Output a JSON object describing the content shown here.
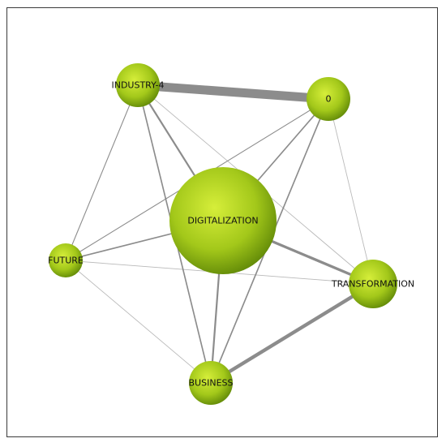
{
  "chart_data": {
    "type": "network",
    "nodes": [
      {
        "id": "industry4",
        "label": "INDUSTRY-4",
        "weight": 2
      },
      {
        "id": "zero",
        "label": "0",
        "weight": 2
      },
      {
        "id": "digitalization",
        "label": "DIGITALIZATION",
        "weight": 10
      },
      {
        "id": "future",
        "label": "FUTURE",
        "weight": 1.2
      },
      {
        "id": "transformation",
        "label": "TRANSFORMATION",
        "weight": 2.6
      },
      {
        "id": "business",
        "label": "BUSINESS",
        "weight": 2.1
      }
    ],
    "edges": [
      {
        "source": "industry4",
        "target": "zero",
        "weight": 10
      },
      {
        "source": "industry4",
        "target": "digitalization",
        "weight": 2
      },
      {
        "source": "industry4",
        "target": "future",
        "weight": 1
      },
      {
        "source": "industry4",
        "target": "business",
        "weight": 1.5
      },
      {
        "source": "industry4",
        "target": "transformation",
        "weight": 0.8
      },
      {
        "source": "zero",
        "target": "digitalization",
        "weight": 1.5
      },
      {
        "source": "zero",
        "target": "future",
        "weight": 1
      },
      {
        "source": "zero",
        "target": "business",
        "weight": 1.5
      },
      {
        "source": "zero",
        "target": "transformation",
        "weight": 0.8
      },
      {
        "source": "digitalization",
        "target": "future",
        "weight": 1.5
      },
      {
        "source": "digitalization",
        "target": "transformation",
        "weight": 3
      },
      {
        "source": "digitalization",
        "target": "business",
        "weight": 2
      },
      {
        "source": "future",
        "target": "business",
        "weight": 0.8
      },
      {
        "source": "future",
        "target": "transformation",
        "weight": 0.8
      },
      {
        "source": "transformation",
        "target": "business",
        "weight": 4
      },
      {
        "source": "industry4",
        "target": "digitalization_alt",
        "weight": 0
      }
    ],
    "colors": {
      "node_light": "#d6ee3a",
      "node_mid": "#a3c81a",
      "node_dark": "#628a08",
      "edge": "#7f7f7f"
    }
  }
}
